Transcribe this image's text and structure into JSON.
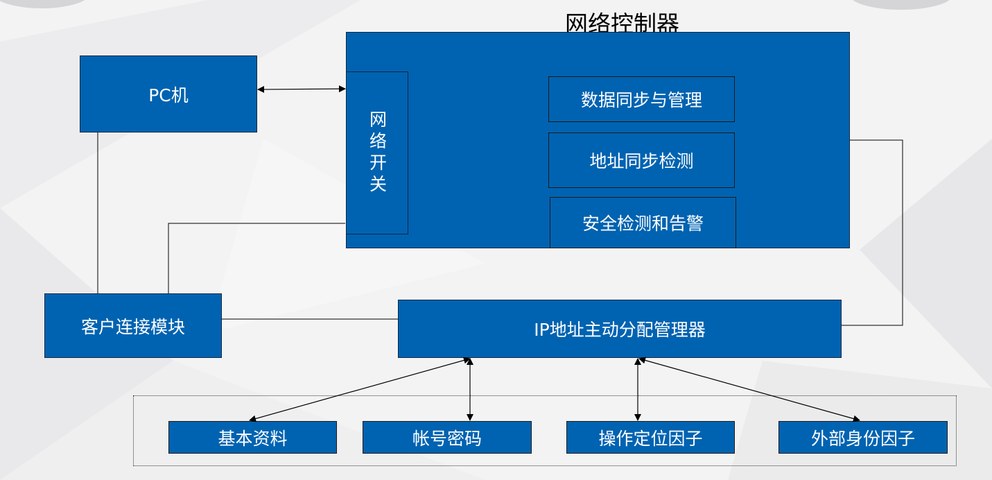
{
  "diagram": {
    "title": "网络控制器",
    "pc": "PC机",
    "network_switch": "网络开关",
    "controller_modules": [
      "数据同步与管理",
      "地址同步检测",
      "安全检测和告警"
    ],
    "client_module": "客户连接模块",
    "ip_manager": "IP地址主动分配管理器",
    "factors": [
      "基本资料",
      "帐号密码",
      "操作定位因子",
      "外部身份因子"
    ]
  },
  "colors": {
    "box_fill": "#0063b1",
    "box_border": "#10253f",
    "text_on_box": "#ffffff",
    "background": "#f1f1f2",
    "line": "#000000"
  }
}
